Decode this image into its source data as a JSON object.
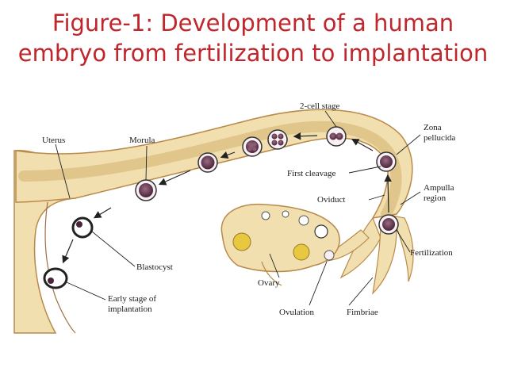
{
  "title": {
    "line1": "Figure-1: Development of a human",
    "line2": "embryo from fertilization to implantation"
  },
  "labels": {
    "two_cell_stage": "2-cell stage",
    "zona_pellucida_1": "Zona",
    "zona_pellucida_2": "pellucida",
    "uterus": "Uterus",
    "morula": "Morula",
    "first_cleavage": "First cleavage",
    "ampulla_1": "Ampulla",
    "ampulla_2": "region",
    "oviduct": "Oviduct",
    "fertilization": "Fertilization",
    "blastocyst": "Blastocyst",
    "ovary": "Ovary",
    "early_stage_1": "Early stage of",
    "early_stage_2": "implantation",
    "ovulation": "Ovulation",
    "fimbriae": "Fimbriae"
  },
  "colors": {
    "title": "#c0262b",
    "tissue": "#f2dfb0",
    "tissue_edge": "#b88a4a",
    "embryo": "#6b3a52",
    "follicle": "#e8c840"
  }
}
